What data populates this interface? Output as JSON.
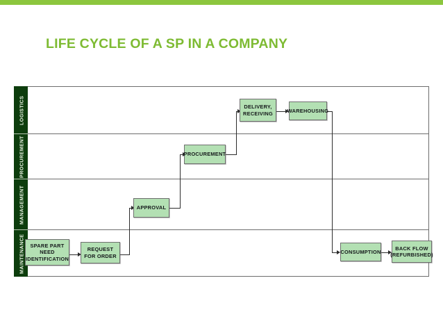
{
  "slide": {
    "title": "LIFE CYCLE OF A SP IN A COMPANY",
    "accent_color": "#8cc63e",
    "title_color": "#7ebb33",
    "background": "#ffffff"
  },
  "diagram": {
    "type": "swimlane-flowchart",
    "lane_header_color": "#0d3d0d",
    "node_fill": "#b3e0b3",
    "node_border": "#6f6f6f",
    "connector_color": "#2b2b2b",
    "lanes": [
      {
        "id": "logistics",
        "label": "LOGISTICS"
      },
      {
        "id": "procurement",
        "label": "PROCUREMENT"
      },
      {
        "id": "management",
        "label": "MANAGEMENT"
      },
      {
        "id": "maintenance",
        "label": "MAINTENANCE"
      }
    ],
    "nodes": [
      {
        "id": "spare-part-need-identification",
        "label": "SPARE PART NEED IDENTIFICATION",
        "lane": "maintenance"
      },
      {
        "id": "request-for-order",
        "label": "REQUEST FOR ORDER",
        "lane": "maintenance"
      },
      {
        "id": "approval",
        "label": "APPROVAL",
        "lane": "management"
      },
      {
        "id": "procurement",
        "label": "PROCUREMENT",
        "lane": "procurement"
      },
      {
        "id": "delivery-receiving",
        "label": "DELIVERY, RECEIVING",
        "lane": "logistics"
      },
      {
        "id": "warehousing",
        "label": "WAREHOUSING",
        "lane": "logistics"
      },
      {
        "id": "consumption",
        "label": "CONSUMPTION",
        "lane": "maintenance"
      },
      {
        "id": "back-flow-refurbished",
        "label": "BACK FLOW (REFURBISHED)",
        "lane": "maintenance"
      }
    ],
    "edges": [
      {
        "from": "spare-part-need-identification",
        "to": "request-for-order"
      },
      {
        "from": "request-for-order",
        "to": "approval"
      },
      {
        "from": "approval",
        "to": "procurement"
      },
      {
        "from": "procurement",
        "to": "delivery-receiving"
      },
      {
        "from": "delivery-receiving",
        "to": "warehousing"
      },
      {
        "from": "warehousing",
        "to": "consumption"
      },
      {
        "from": "consumption",
        "to": "back-flow-refurbished"
      }
    ]
  }
}
